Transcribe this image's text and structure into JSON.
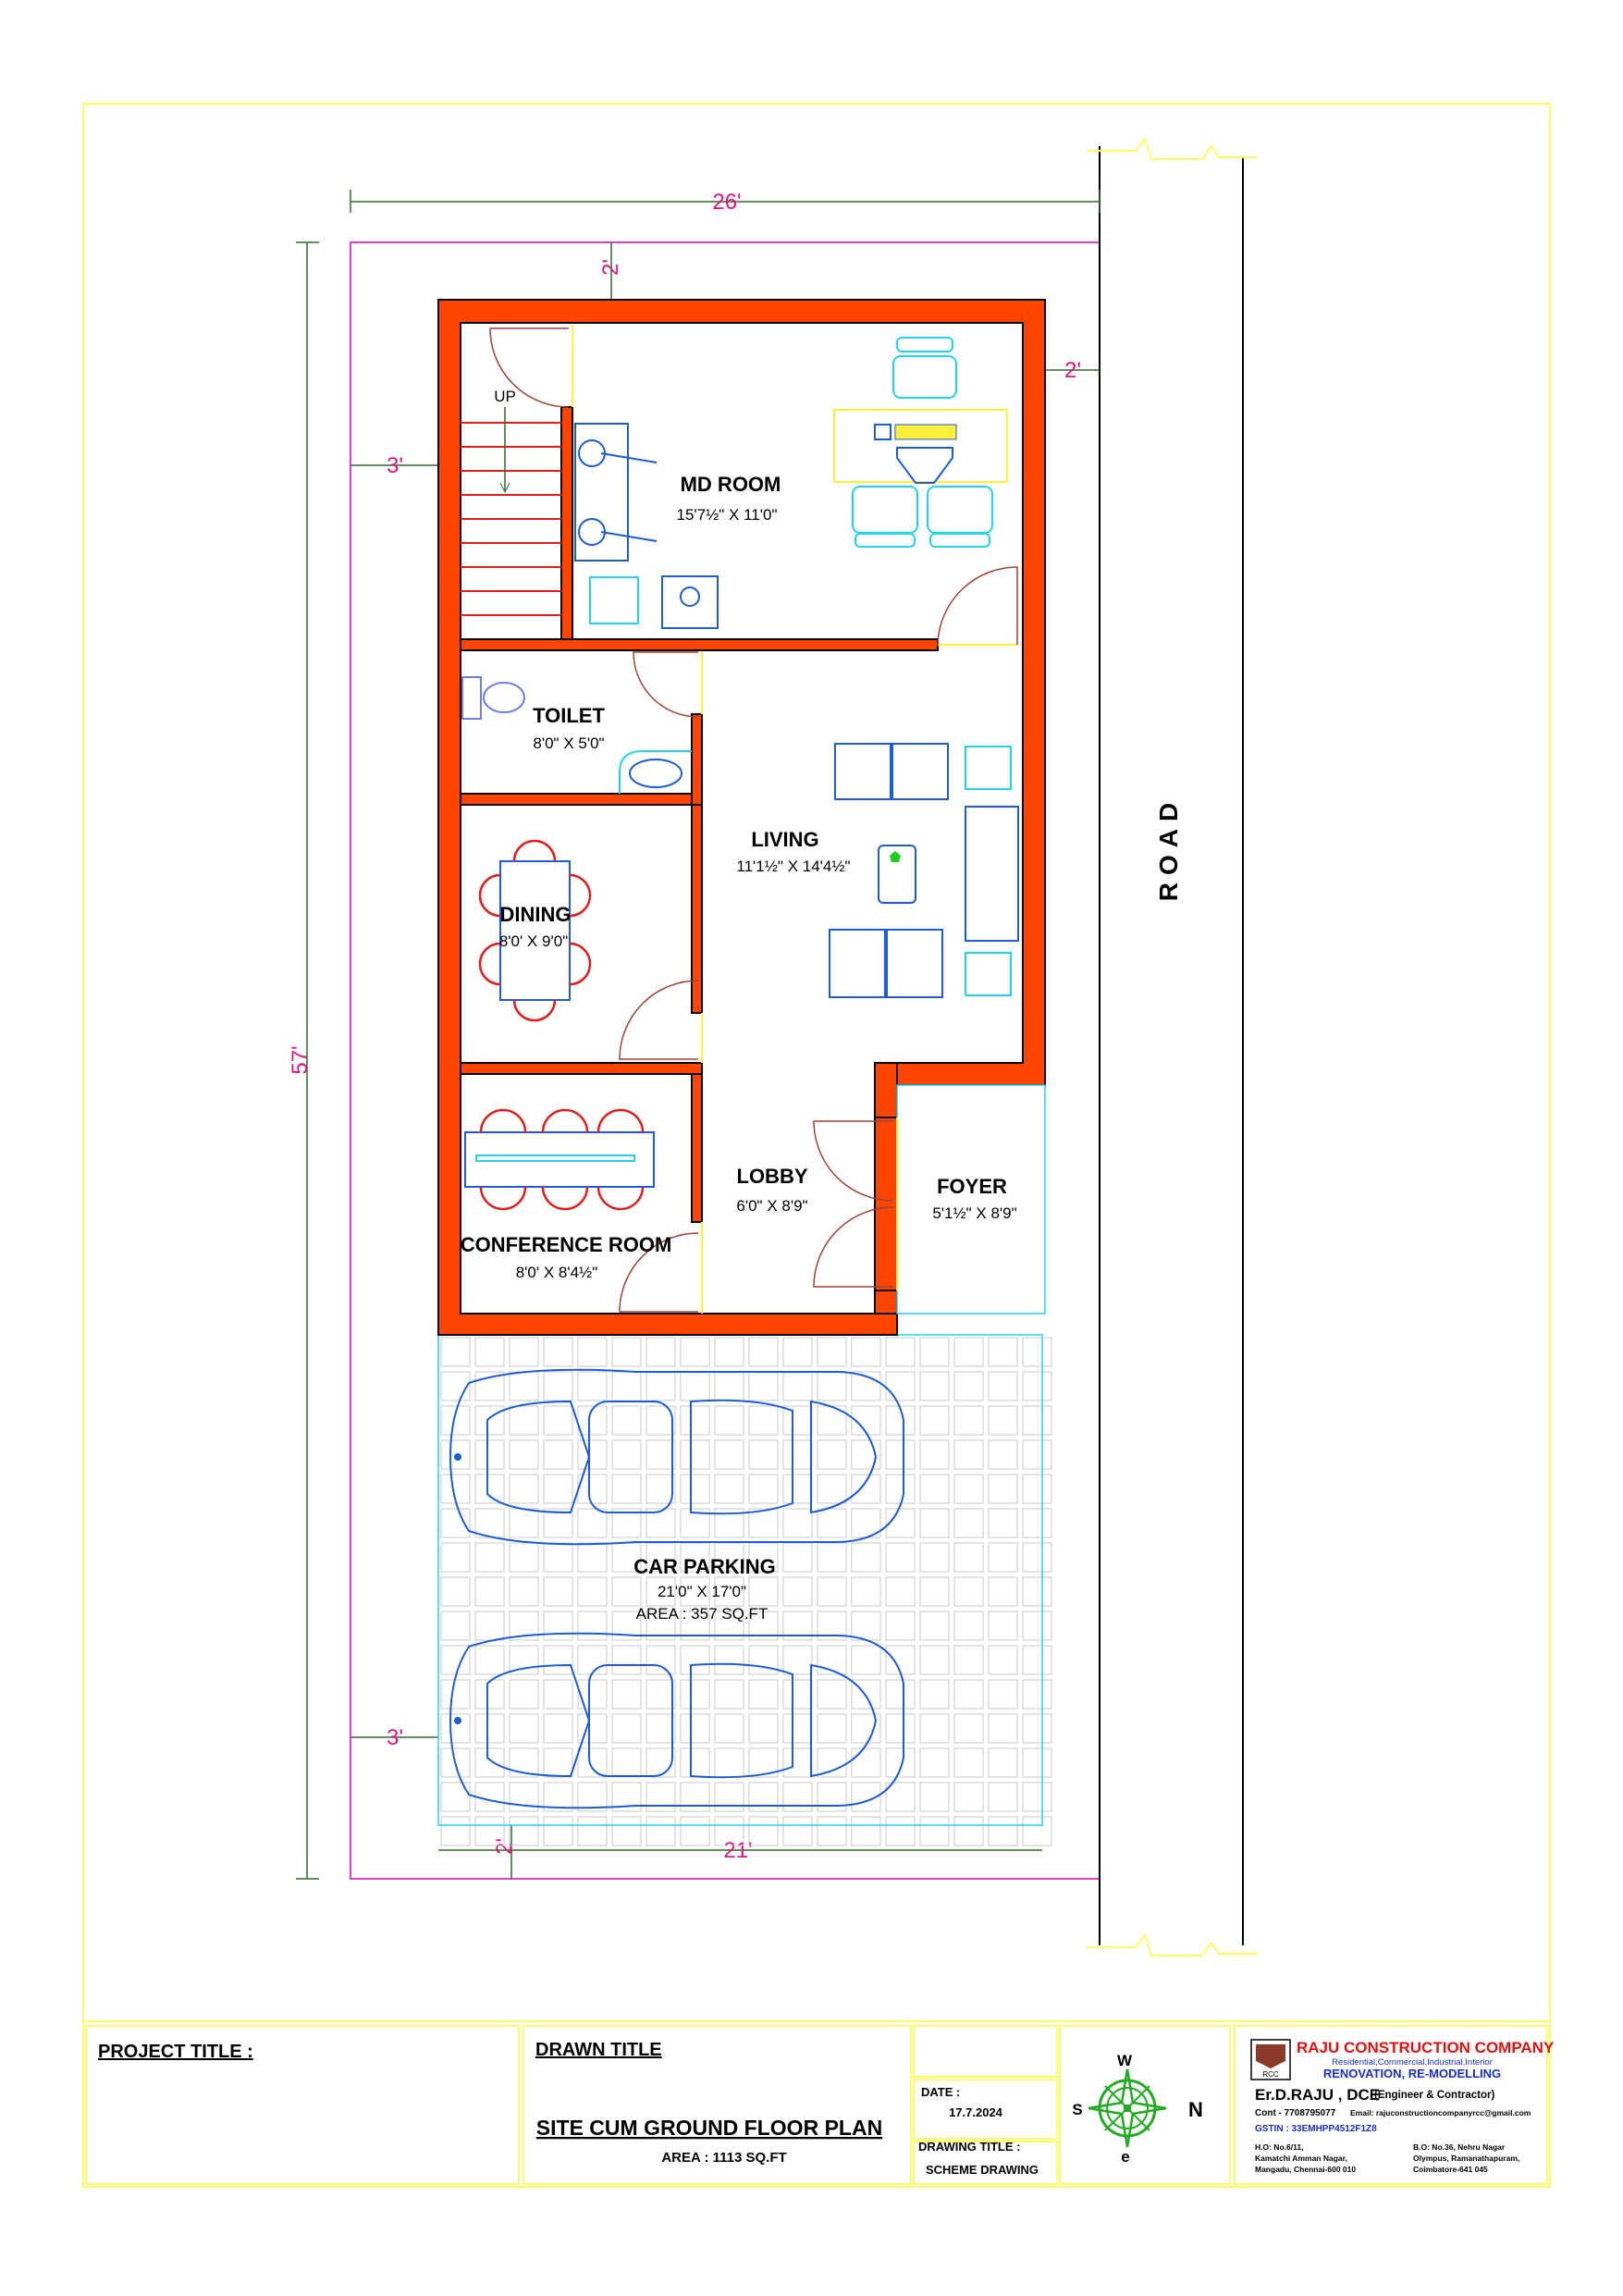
{
  "dimensions": {
    "overall_width": "26'",
    "overall_length": "57'",
    "front_setback_top": "2'",
    "side_setback_right": "2'",
    "side_setback_left": "3'",
    "side_setback_left_bottom": "3'",
    "rear_setback_bottom": "2'",
    "parking_width": "21'"
  },
  "road_label": "ROAD",
  "stair_label": "UP",
  "rooms": {
    "md_room": {
      "name": "MD ROOM",
      "size": "15'7½\" X 11'0\""
    },
    "toilet": {
      "name": "TOILET",
      "size": "8'0\" X 5'0\""
    },
    "living": {
      "name": "LIVING",
      "size": "11'1½\" X 14'4½\""
    },
    "dining": {
      "name": "DINING",
      "size": "8'0' X 9'0\""
    },
    "lobby": {
      "name": "LOBBY",
      "size": "6'0\" X 8'9\""
    },
    "foyer": {
      "name": "FOYER",
      "size": "5'1½\" X 8'9\""
    },
    "conference": {
      "name": "CONFERENCE ROOM",
      "size": "8'0' X 8'4½\""
    },
    "car_parking": {
      "name": "CAR PARKING",
      "size": "21'0\" X 17'0\"",
      "area": "AREA : 357 SQ.FT"
    }
  },
  "title_block": {
    "project_title_label": "PROJECT TITLE :",
    "drawn_title_label": "DRAWN TITLE",
    "drawing_name": "SITE CUM GROUND FLOOR PLAN",
    "area": "AREA : 1113 SQ.FT",
    "date_label": "DATE  :",
    "date": "17.7.2024",
    "drawing_title_label": "DRAWING TITLE :",
    "drawing_title": "SCHEME DRAWING",
    "compass": {
      "top": "W",
      "left": "S",
      "right": "N",
      "bottom": "e"
    }
  },
  "company": {
    "logo_text": "RCC",
    "name": "RAJU CONSTRUCTION COMPANY",
    "services": "Residential,Commercial,Industrial,Interior",
    "services2": "RENOVATION, RE-MODELLING",
    "engineer": "Er.D.RAJU , DCE",
    "engineer_role": "(Engineer & Contractor)",
    "contact": "Cont - 7708795077",
    "email": "Email: rajuconstructioncompanyrcc@gmail.com",
    "gstin": "GSTIN : 33EMHPP4512F1Z8",
    "head_office": [
      "H.O: No.6/11,",
      "Kamatchi Amman Nagar,",
      "Mangadu, Chennai-600 010"
    ],
    "branch_office": [
      "B.O: No.36, Nehru Nagar",
      "Olympus, Ramanathapuram,",
      "Coimbatore-641 045"
    ]
  },
  "colors": {
    "wall": "#FF4500",
    "plot_boundary": "#E040C8",
    "frame": "#FFFF66",
    "furniture": "#1E5BD8",
    "company_red": "#E01010",
    "company_blue": "#1A2FC8"
  }
}
